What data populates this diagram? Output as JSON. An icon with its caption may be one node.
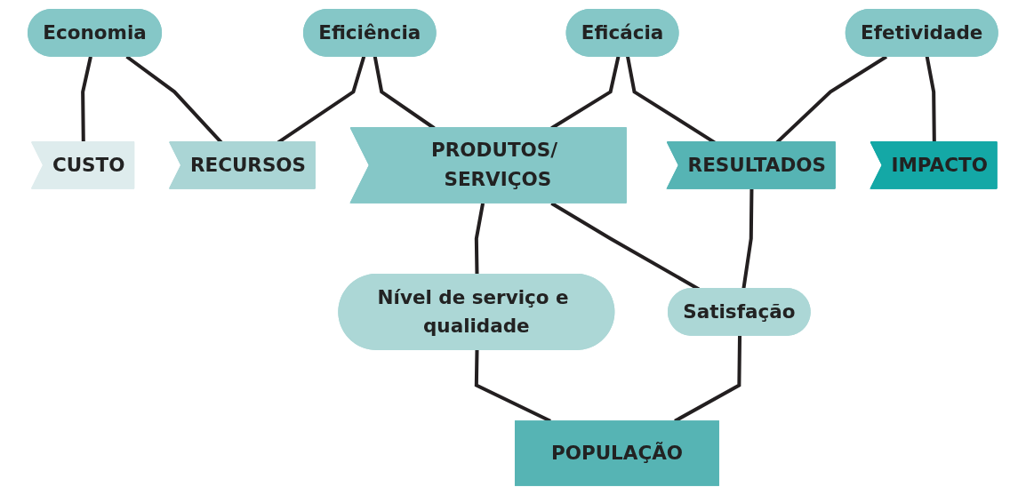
{
  "diagram": {
    "nodes": [
      {
        "text": [
          "Economia"
        ]
      },
      {
        "text": [
          "Eficiência"
        ]
      },
      {
        "text": [
          "Eficácia"
        ]
      },
      {
        "text": [
          "Efetividade"
        ]
      },
      {
        "text": [
          "CUSTO"
        ]
      },
      {
        "text": [
          "RECURSOS"
        ]
      },
      {
        "text": [
          "PRODUTOS/ SERVIÇOS"
        ]
      },
      {
        "text": [
          "RESULTADOS"
        ]
      },
      {
        "text": [
          "IMPACTO"
        ]
      },
      {
        "text": [
          "Nível de serviço e qualidade"
        ]
      },
      {
        "text": [
          "Satisfação"
        ]
      },
      {
        "text": [
          "POPULAÇÃO"
        ]
      }
    ],
    "edges": [
      {
        "from": 0,
        "to": 4,
        "arrow": "none"
      },
      {
        "from": 0,
        "to": 5,
        "arrow": "none"
      },
      {
        "from": 1,
        "to": 5,
        "arrow": "none"
      },
      {
        "from": 1,
        "to": 6,
        "arrow": "none"
      },
      {
        "from": 2,
        "to": 6,
        "arrow": "none"
      },
      {
        "from": 2,
        "to": 7,
        "arrow": "none"
      },
      {
        "from": 3,
        "to": 7,
        "arrow": "none"
      },
      {
        "from": 3,
        "to": 8,
        "arrow": "none"
      },
      {
        "from": 6,
        "to": 9,
        "arrow": "none"
      },
      {
        "from": 6,
        "to": 10,
        "arrow": "none"
      },
      {
        "from": 7,
        "to": 10,
        "arrow": "none"
      },
      {
        "from": 9,
        "to": 11,
        "arrow": "none"
      },
      {
        "from": 10,
        "to": 11,
        "arrow": "none"
      }
    ]
  }
}
